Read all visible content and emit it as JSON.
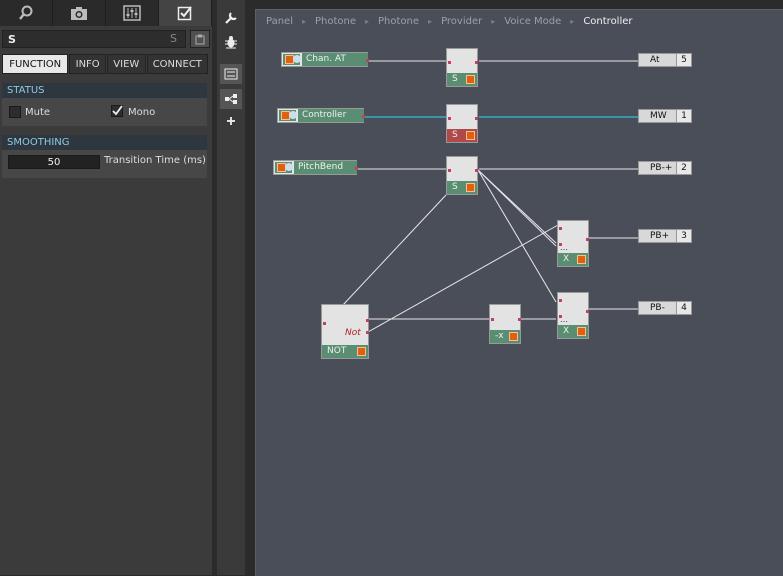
{
  "left_panel": {
    "tabs_icons": [
      "search-icon",
      "camera-icon",
      "sliders-icon",
      "checkbox-icon"
    ],
    "name_value": "S",
    "name_short": "S",
    "tabs": [
      "FUNCTION",
      "INFO",
      "VIEW",
      "CONNECT"
    ],
    "status": {
      "title": "STATUS",
      "mute": "Mute",
      "mono": "Mono",
      "mono_checked": true,
      "mute_checked": false
    },
    "smoothing": {
      "title": "SMOOTHING",
      "value": "50",
      "label": "Transition Time (ms)"
    }
  },
  "toolbar": [
    "wrench-icon",
    "bug-icon",
    "panel-icon",
    "structure-icon",
    "plus-icon"
  ],
  "breadcrumb": [
    "Panel",
    "Photone",
    "Photone",
    "Provider",
    "Voice Mode",
    "Controller"
  ],
  "modules": {
    "src_chan_at": "Chan. AT",
    "src_controller": "Controller",
    "src_pitchbend": "PitchBend",
    "s1_label": "S",
    "s2_label": "S",
    "s3_label": "S",
    "x1_label": "X",
    "x2_label": "X",
    "x1_top": "…",
    "x2_top": "…",
    "neg_label": "-x",
    "not_label": "NOT",
    "not_inner": "Not"
  },
  "outputs": [
    {
      "label": "At",
      "num": "5"
    },
    {
      "label": "MW",
      "num": "1"
    },
    {
      "label": "PB-+",
      "num": "2"
    },
    {
      "label": "PB+",
      "num": "3"
    },
    {
      "label": "PB-",
      "num": "4"
    }
  ],
  "colors": {
    "green": "#5a8e73",
    "red": "#b04a4a",
    "cyan": "#30c0d8",
    "orange": "#e06010"
  }
}
